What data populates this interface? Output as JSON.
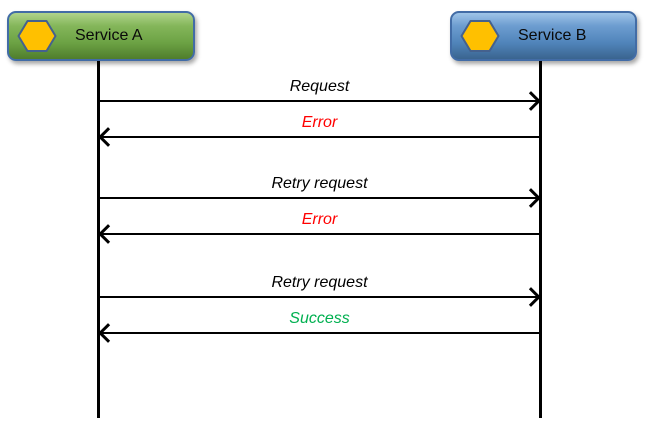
{
  "diagram": {
    "type": "sequence-diagram",
    "actors": [
      {
        "name": "Service A",
        "icon": "hexagon-icon",
        "fill": "green"
      },
      {
        "name": "Service B",
        "icon": "hexagon-icon",
        "fill": "blue"
      }
    ],
    "messages": [
      {
        "label": "Request",
        "from": "Service A",
        "to": "Service B",
        "direction": "right",
        "color": "#000000"
      },
      {
        "label": "Error",
        "from": "Service B",
        "to": "Service A",
        "direction": "left",
        "color": "#FF0000"
      },
      {
        "label": "Retry request",
        "from": "Service A",
        "to": "Service B",
        "direction": "right",
        "color": "#000000"
      },
      {
        "label": "Error",
        "from": "Service B",
        "to": "Service A",
        "direction": "left",
        "color": "#FF0000"
      },
      {
        "label": "Retry request",
        "from": "Service A",
        "to": "Service B",
        "direction": "right",
        "color": "#000000"
      },
      {
        "label": "Success",
        "from": "Service B",
        "to": "Service A",
        "direction": "left",
        "color": "#00B050"
      }
    ],
    "colors": {
      "actor_a_gradient_top": "#B0D48C",
      "actor_a_gradient_bottom": "#4F7D2C",
      "actor_b_gradient_top": "#9FC4E8",
      "actor_b_gradient_bottom": "#3A648F",
      "actor_border": "#426CA6",
      "hexagon_fill": "#FFC000",
      "hexagon_border": "#44618E",
      "lifeline": "#000000",
      "arrow": "#000000",
      "error_text": "#FF0000",
      "success_text": "#00B050",
      "default_text": "#000000"
    }
  }
}
